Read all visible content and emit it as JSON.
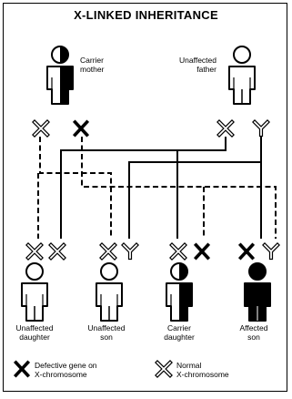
{
  "title": "X-LINKED INHERITANCE",
  "parents": {
    "mother": {
      "line1": "Carrier",
      "line2": "mother"
    },
    "father": {
      "line1": "Unaffected",
      "line2": "father"
    }
  },
  "children": {
    "unaffected_daughter": {
      "line1": "Unaffected",
      "line2": "daughter"
    },
    "unaffected_son": {
      "line1": "Unaffected",
      "line2": "son"
    },
    "carrier_daughter": {
      "line1": "Carrier",
      "line2": "daughter"
    },
    "affected_son": {
      "line1": "Affected",
      "line2": "son"
    }
  },
  "legend": {
    "defective": {
      "line1": "Defective gene on",
      "line2": "X-chromosome"
    },
    "normal": {
      "line1": "Normal",
      "line2": "X-chromosome"
    }
  },
  "chromosome_symbols": {
    "mother": [
      "X",
      "X"
    ],
    "father": [
      "X",
      "Y"
    ],
    "unaffected_daughter": [
      "X",
      "X"
    ],
    "unaffected_son": [
      "X",
      "Y"
    ],
    "carrier_daughter": [
      "X",
      "X"
    ],
    "affected_son": [
      "X",
      "Y"
    ]
  },
  "colors": {
    "ink": "#000000",
    "paper": "#ffffff"
  }
}
